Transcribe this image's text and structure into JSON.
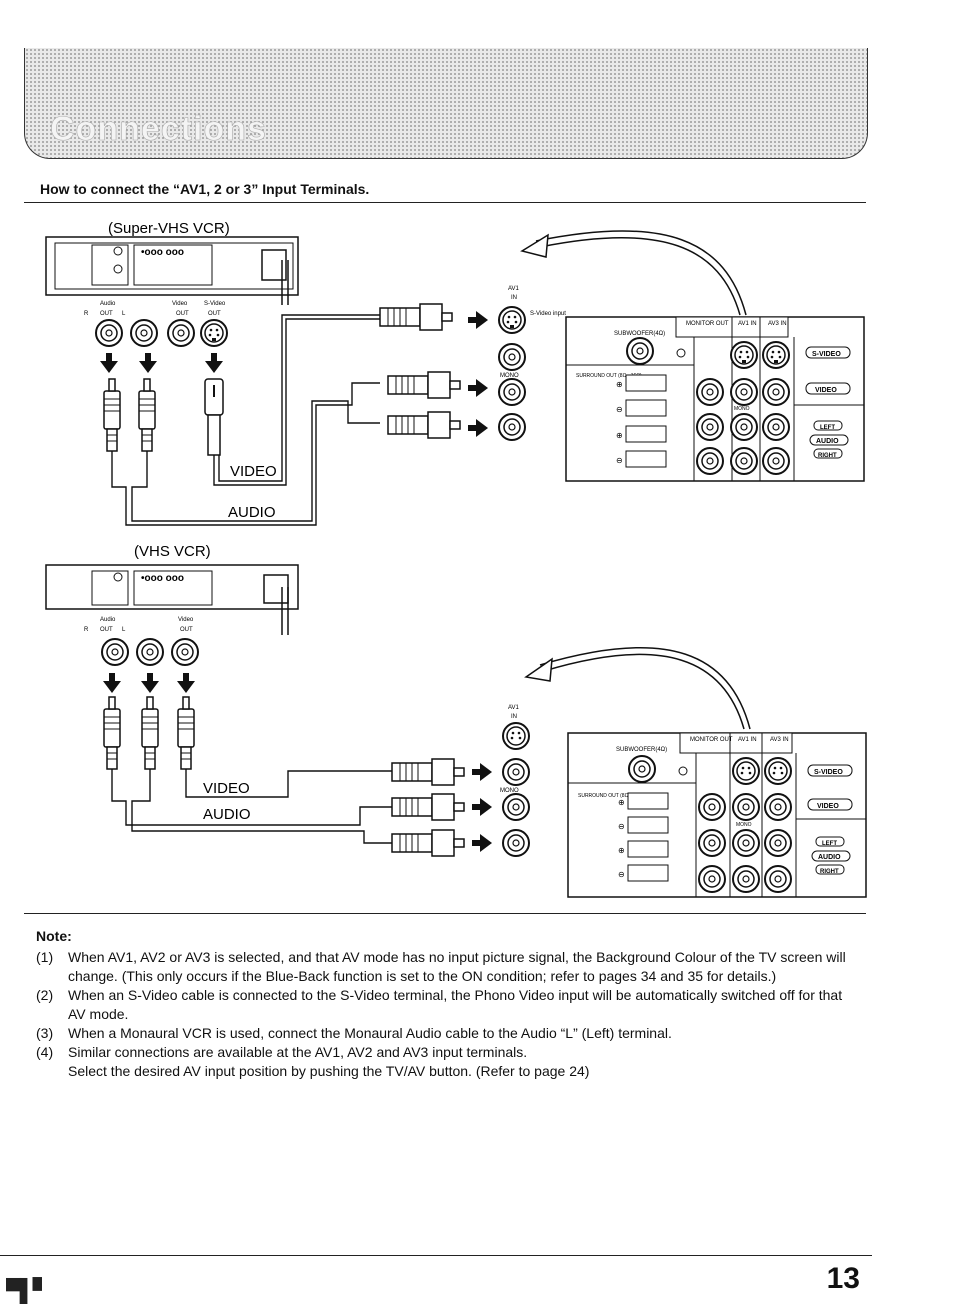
{
  "header": {
    "banner_title": "Connections",
    "subheading": "How to connect the “AV1, 2 or 3” Input Terminals."
  },
  "figure1": {
    "device_label": "(Super-VHS VCR)",
    "video_cable_label": "VIDEO",
    "audio_cable_label": "AUDIO",
    "vcr_terminals": {
      "audio": "Audio",
      "r": "R",
      "out": "OUT",
      "l": "L",
      "video": "Video",
      "video_out": "OUT",
      "svideo": "S-Video",
      "svideo_out": "OUT"
    },
    "tv_labels": {
      "av1": "AV1",
      "in": "IN",
      "svideo_input": "S-Video input",
      "mono": "MONO"
    }
  },
  "figure2": {
    "device_label": "(VHS VCR)",
    "video_cable_label": "VIDEO",
    "audio_cable_label": "AUDIO",
    "vcr_terminals": {
      "audio": "Audio",
      "r": "R",
      "out": "OUT",
      "l": "L",
      "video": "Video",
      "video_out": "OUT"
    },
    "tv_labels": {
      "av1": "AV1",
      "in": "IN",
      "mono": "MONO"
    }
  },
  "tv_panel": {
    "subwoofer": "SUBWOOFER(4Ω)",
    "surround_out": "SURROUND OUT (8Ω - 16Ω)",
    "monitor_out": "MONITOR OUT",
    "av1_in": "AV1 IN",
    "av3_in": "AV3 IN",
    "mono": "MONO",
    "svideo": "S-VIDEO",
    "video": "VIDEO",
    "left": "LEFT",
    "audio": "AUDIO",
    "right": "RIGHT"
  },
  "note": {
    "title": "Note:",
    "items": [
      {
        "num": "(1)",
        "text": "When AV1, AV2 or AV3 is selected, and that AV mode has no input picture signal, the Background Colour of the TV screen will change. (This only occurs if the Blue-Back function is set to the ON condition; refer to pages 34 and 35 for details.)"
      },
      {
        "num": "(2)",
        "text": "When an S-Video cable is connected to the S-Video terminal, the Phono Video input will be automatically switched off for that AV mode."
      },
      {
        "num": "(3)",
        "text": "When a Monaural VCR is used, connect the Monaural Audio cable to the Audio “L” (Left) terminal."
      },
      {
        "num": "(4)",
        "text": "Similar connections are available at the AV1, AV2 and AV3 input terminals."
      }
    ],
    "extra": "Select the desired AV input position by pushing the TV/AV button. (Refer to page 24)"
  },
  "footer": {
    "page_number": "13"
  }
}
